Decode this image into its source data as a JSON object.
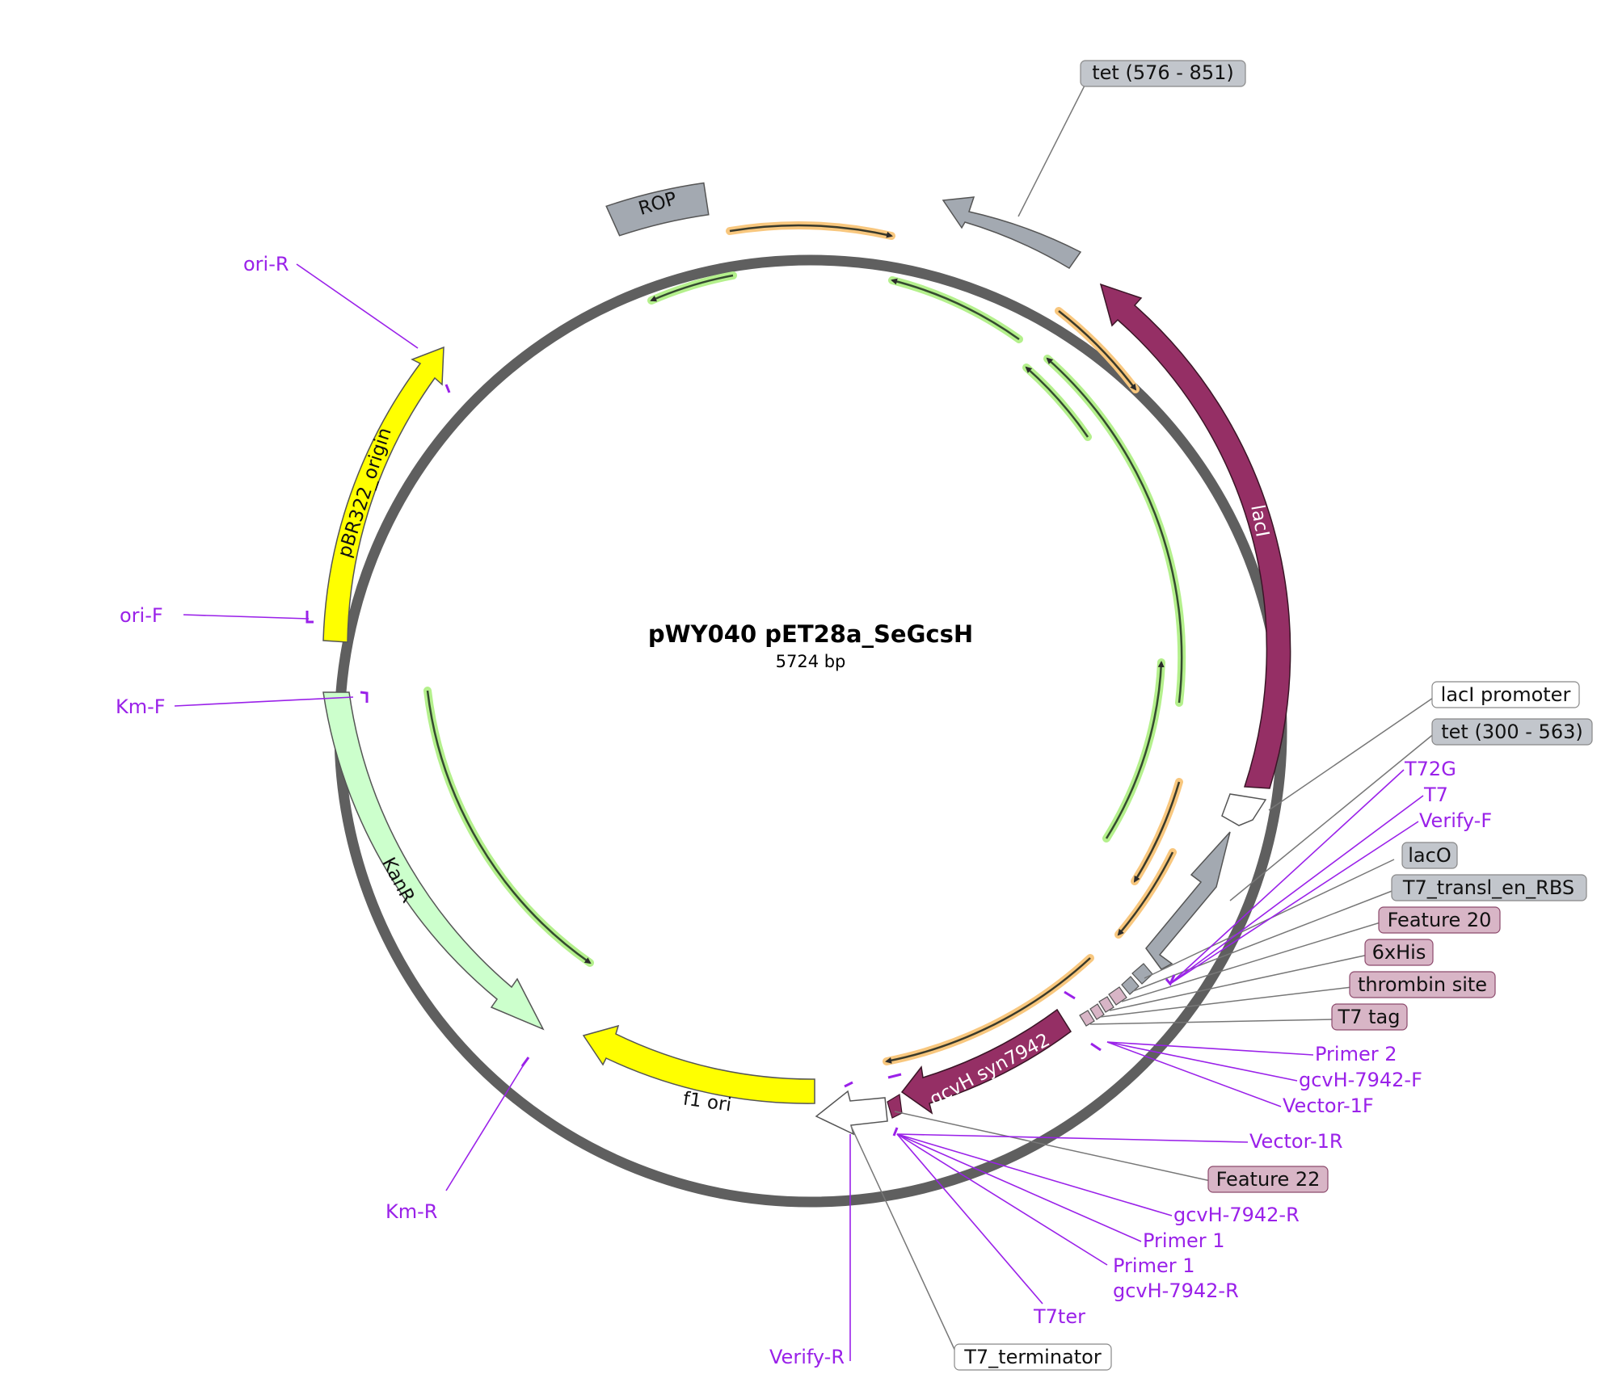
{
  "title": "pWY040 pET28a_SeGcsH",
  "size_label": "5724 bp",
  "colors": {
    "backbone": "#5f5f5f",
    "gray_feature": "#a3a9b1",
    "maroon_feature": "#952f65",
    "yellow_feature": "#ffff00",
    "green_feature": "#ccffcc",
    "pink_label": "#d8b5c6",
    "primer": "#9a21e9",
    "orf_orange": "#f8c77e",
    "orf_green": "#b4f08c"
  },
  "features": {
    "rop": "ROP",
    "laci": "lacI",
    "gcvh": "gcvH syn7942",
    "f1ori": "f1 ori",
    "kanr": "KanR",
    "pbr322": "pBR322_origin"
  },
  "callouts": {
    "tet_576_851": "tet (576 - 851)",
    "laci_promoter": "lacI promoter",
    "tet_300_563": "tet (300 - 563)",
    "laco": "lacO",
    "t7_transl_en_rbs": "T7_transl_en_RBS",
    "feature_20": "Feature 20",
    "his6": "6xHis",
    "thrombin_site": "thrombin site",
    "t7_tag": "T7 tag",
    "feature_22": "Feature 22",
    "t7_terminator": "T7_terminator"
  },
  "primers": {
    "t72g": "T72G",
    "t7": "T7",
    "verify_f": "Verify-F",
    "primer_2": "Primer 2",
    "gcvh_7942_f": "gcvH-7942-F",
    "vector_1f": "Vector-1F",
    "vector_1r": "Vector-1R",
    "gcvh_7942_r_a": "gcvH-7942-R",
    "primer_1_a": "Primer 1",
    "primer_1_b": "Primer 1",
    "gcvh_7942_r_b": "gcvH-7942-R",
    "t7ter": "T7ter",
    "verify_r": "Verify-R",
    "ori_r": "ori-R",
    "ori_f": "ori-F",
    "km_f": "Km-F",
    "km_r": "Km-R"
  }
}
